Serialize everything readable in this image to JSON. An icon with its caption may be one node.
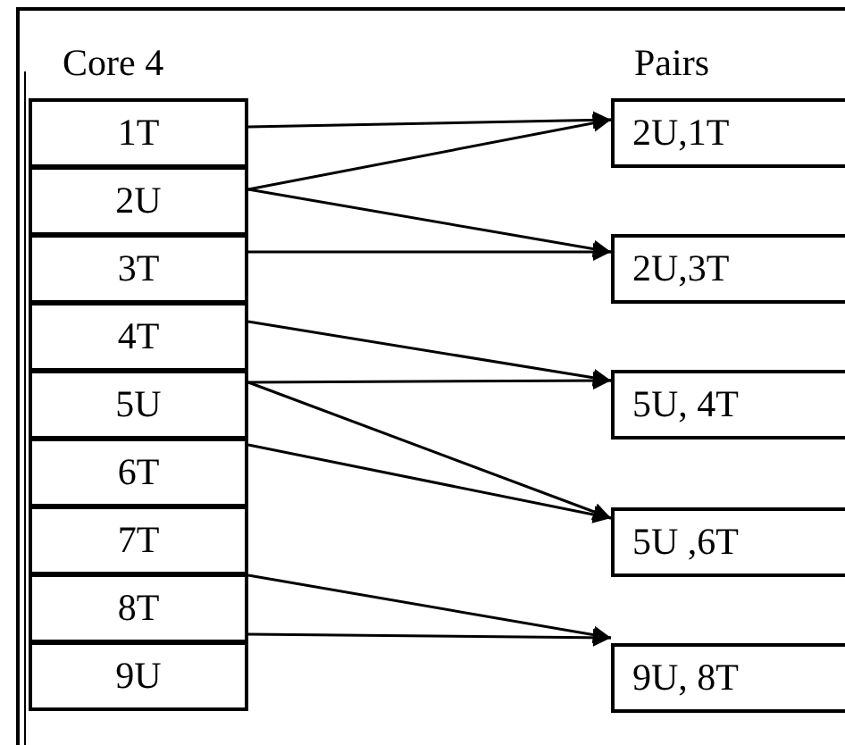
{
  "diagram": {
    "nodes": [
      {
        "text": [
          "1T"
        ]
      },
      {
        "text": [
          "2U"
        ]
      },
      {
        "text": [
          "3T"
        ]
      },
      {
        "text": [
          "4T"
        ]
      },
      {
        "text": [
          "5U"
        ]
      },
      {
        "text": [
          "6T"
        ]
      },
      {
        "text": [
          "7T"
        ]
      },
      {
        "text": [
          "8T"
        ]
      },
      {
        "text": [
          "9U"
        ]
      },
      {
        "text": [
          "2U,1T"
        ]
      },
      {
        "text": [
          "2U,3T"
        ]
      },
      {
        "text": [
          "5U, 4T"
        ]
      },
      {
        "text": [
          "5U ,6T"
        ]
      },
      {
        "text": [
          "9U, 8T"
        ]
      }
    ],
    "edges": [
      {
        "from": 0,
        "to": 9,
        "arrow": "to"
      },
      {
        "from": 1,
        "to": 9,
        "arrow": "to"
      },
      {
        "from": 1,
        "to": 10,
        "arrow": "to"
      },
      {
        "from": 2,
        "to": 10,
        "arrow": "to"
      },
      {
        "from": 3,
        "to": 11,
        "arrow": "to"
      },
      {
        "from": 4,
        "to": 11,
        "arrow": "to"
      },
      {
        "from": 4,
        "to": 12,
        "arrow": "to"
      },
      {
        "from": 5,
        "to": 12,
        "arrow": "to"
      },
      {
        "from": 7,
        "to": 13,
        "arrow": "to"
      },
      {
        "from": 8,
        "to": 13,
        "arrow": "to"
      }
    ],
    "labels": [
      "Core 4",
      "Pairs"
    ]
  }
}
